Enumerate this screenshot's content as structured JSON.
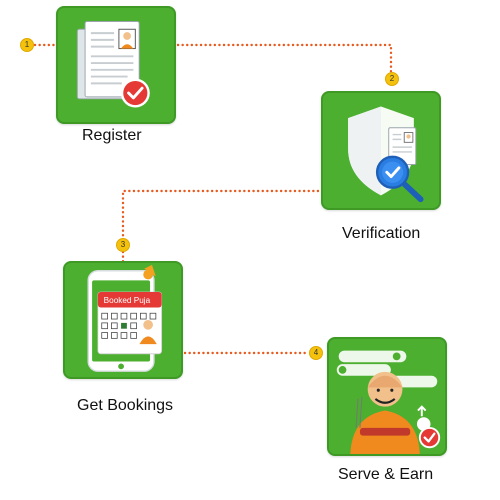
{
  "steps": [
    {
      "number": "1",
      "label": "Register"
    },
    {
      "number": "2",
      "label": "Verification"
    },
    {
      "number": "3",
      "label": "Get Bookings"
    },
    {
      "number": "4",
      "label": "Serve & Earn"
    }
  ],
  "booking_card": {
    "title": "Booked Puja"
  },
  "colors": {
    "tile_green": "#4caf2f",
    "connector_orange": "#e85a1e",
    "badge_yellow": "#f4c20d",
    "check_red": "#e53935",
    "check_blue": "#1e73d8"
  },
  "icons": {
    "register": "document-with-checkmark-icon",
    "verification": "shield-magnifier-check-icon",
    "bookings": "phone-calendar-icon",
    "serve": "priest-with-ratings-icon"
  }
}
